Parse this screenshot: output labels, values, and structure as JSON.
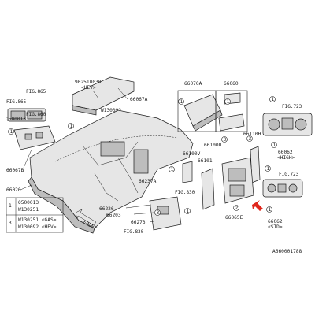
{
  "labels": {
    "p_902510030": "902510030",
    "p_hev": "<HEV>",
    "fig_865": "FIG.865",
    "fig_860": "FIG.860",
    "q_500013": "Q500013",
    "p_w130092": "W130092",
    "p_66067a": "66067A",
    "p_66067b": "66067B",
    "p_66020": "66020",
    "p_66070a": "66070A",
    "p_66060": "66060",
    "p_66100u": "66100U",
    "p_66110h": "66110H",
    "p_66100v": "66100V",
    "p_66101": "66101",
    "fig_723_top": "FIG.723",
    "fig_723_mid": "FIG.723",
    "p_66062_high": "66062",
    "p_66062_high_sub": "<HIGH>",
    "p_66062_std": "66062",
    "p_66062_std_sub": "<STD>",
    "p_66237a": "66237A",
    "fig_830_top": "FIG.830",
    "fig_830_bot": "FIG.830",
    "p_66226": "66226",
    "p_66203": "66203",
    "p_66273": "66273",
    "p_66065e": "66065E",
    "front": "FRONT",
    "diagram_id": "A660001788"
  },
  "legend": {
    "rows": [
      {
        "num": "1",
        "lines": [
          "Q500013",
          "W130251"
        ]
      },
      {
        "num": "3",
        "lines": [
          "W130251 <GAS>",
          "W130092 <HEV>"
        ]
      }
    ]
  },
  "callouts": [
    "1",
    "1",
    "1",
    "1",
    "1",
    "1",
    "3",
    "3",
    "1",
    "1",
    "1",
    "1",
    "2",
    "3"
  ]
}
